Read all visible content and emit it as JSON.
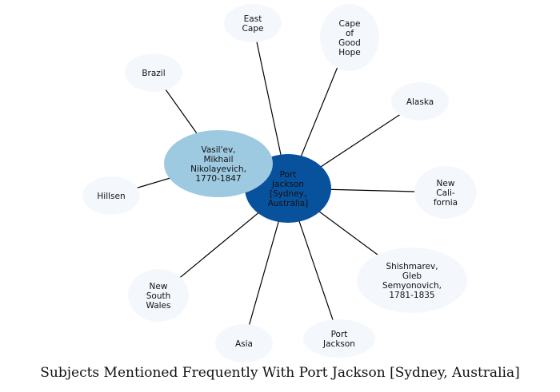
{
  "caption": "Subjects Mentioned Frequently With Port Jackson [Sydney, Australia]",
  "colors": {
    "center_fill": "#08519c",
    "secondary_fill": "#9ecae1",
    "leaf_fill": "#f4f8fd",
    "edge": "#000000"
  },
  "nodes": [
    {
      "id": "port-jackson-sydney",
      "lines": [
        "Port",
        "Jackson",
        "[Sydney,",
        "Australia]"
      ],
      "role": "center"
    },
    {
      "id": "vasilev",
      "lines": [
        "Vasil'ev,",
        "Mikhail",
        "Nikolayevich,",
        "1770-1847"
      ],
      "role": "secondary"
    },
    {
      "id": "east-cape",
      "lines": [
        "East",
        "Cape"
      ],
      "role": "leaf"
    },
    {
      "id": "cape-of-good-hope",
      "lines": [
        "Cape",
        "of",
        "Good",
        "Hope"
      ],
      "role": "leaf"
    },
    {
      "id": "brazil",
      "lines": [
        "Brazil"
      ],
      "role": "leaf"
    },
    {
      "id": "alaska",
      "lines": [
        "Alaska"
      ],
      "role": "leaf"
    },
    {
      "id": "new-california",
      "lines": [
        "New",
        "Cali-",
        "fornia"
      ],
      "role": "leaf"
    },
    {
      "id": "hillsen",
      "lines": [
        "Hillsen"
      ],
      "role": "leaf"
    },
    {
      "id": "shishmarev",
      "lines": [
        "Shishmarev,",
        "Gleb",
        "Semyonovich,",
        "1781-1835"
      ],
      "role": "leaf"
    },
    {
      "id": "new-south-wales",
      "lines": [
        "New",
        "South",
        "Wales"
      ],
      "role": "leaf"
    },
    {
      "id": "asia",
      "lines": [
        "Asia"
      ],
      "role": "leaf"
    },
    {
      "id": "port-jackson",
      "lines": [
        "Port",
        "Jackson"
      ],
      "role": "leaf"
    }
  ],
  "edges": [
    [
      "port-jackson-sydney",
      "east-cape"
    ],
    [
      "port-jackson-sydney",
      "cape-of-good-hope"
    ],
    [
      "port-jackson-sydney",
      "alaska"
    ],
    [
      "port-jackson-sydney",
      "new-california"
    ],
    [
      "port-jackson-sydney",
      "shishmarev"
    ],
    [
      "port-jackson-sydney",
      "port-jackson"
    ],
    [
      "port-jackson-sydney",
      "asia"
    ],
    [
      "port-jackson-sydney",
      "new-south-wales"
    ],
    [
      "port-jackson-sydney",
      "vasilev"
    ],
    [
      "vasilev",
      "brazil"
    ],
    [
      "vasilev",
      "hillsen"
    ]
  ]
}
